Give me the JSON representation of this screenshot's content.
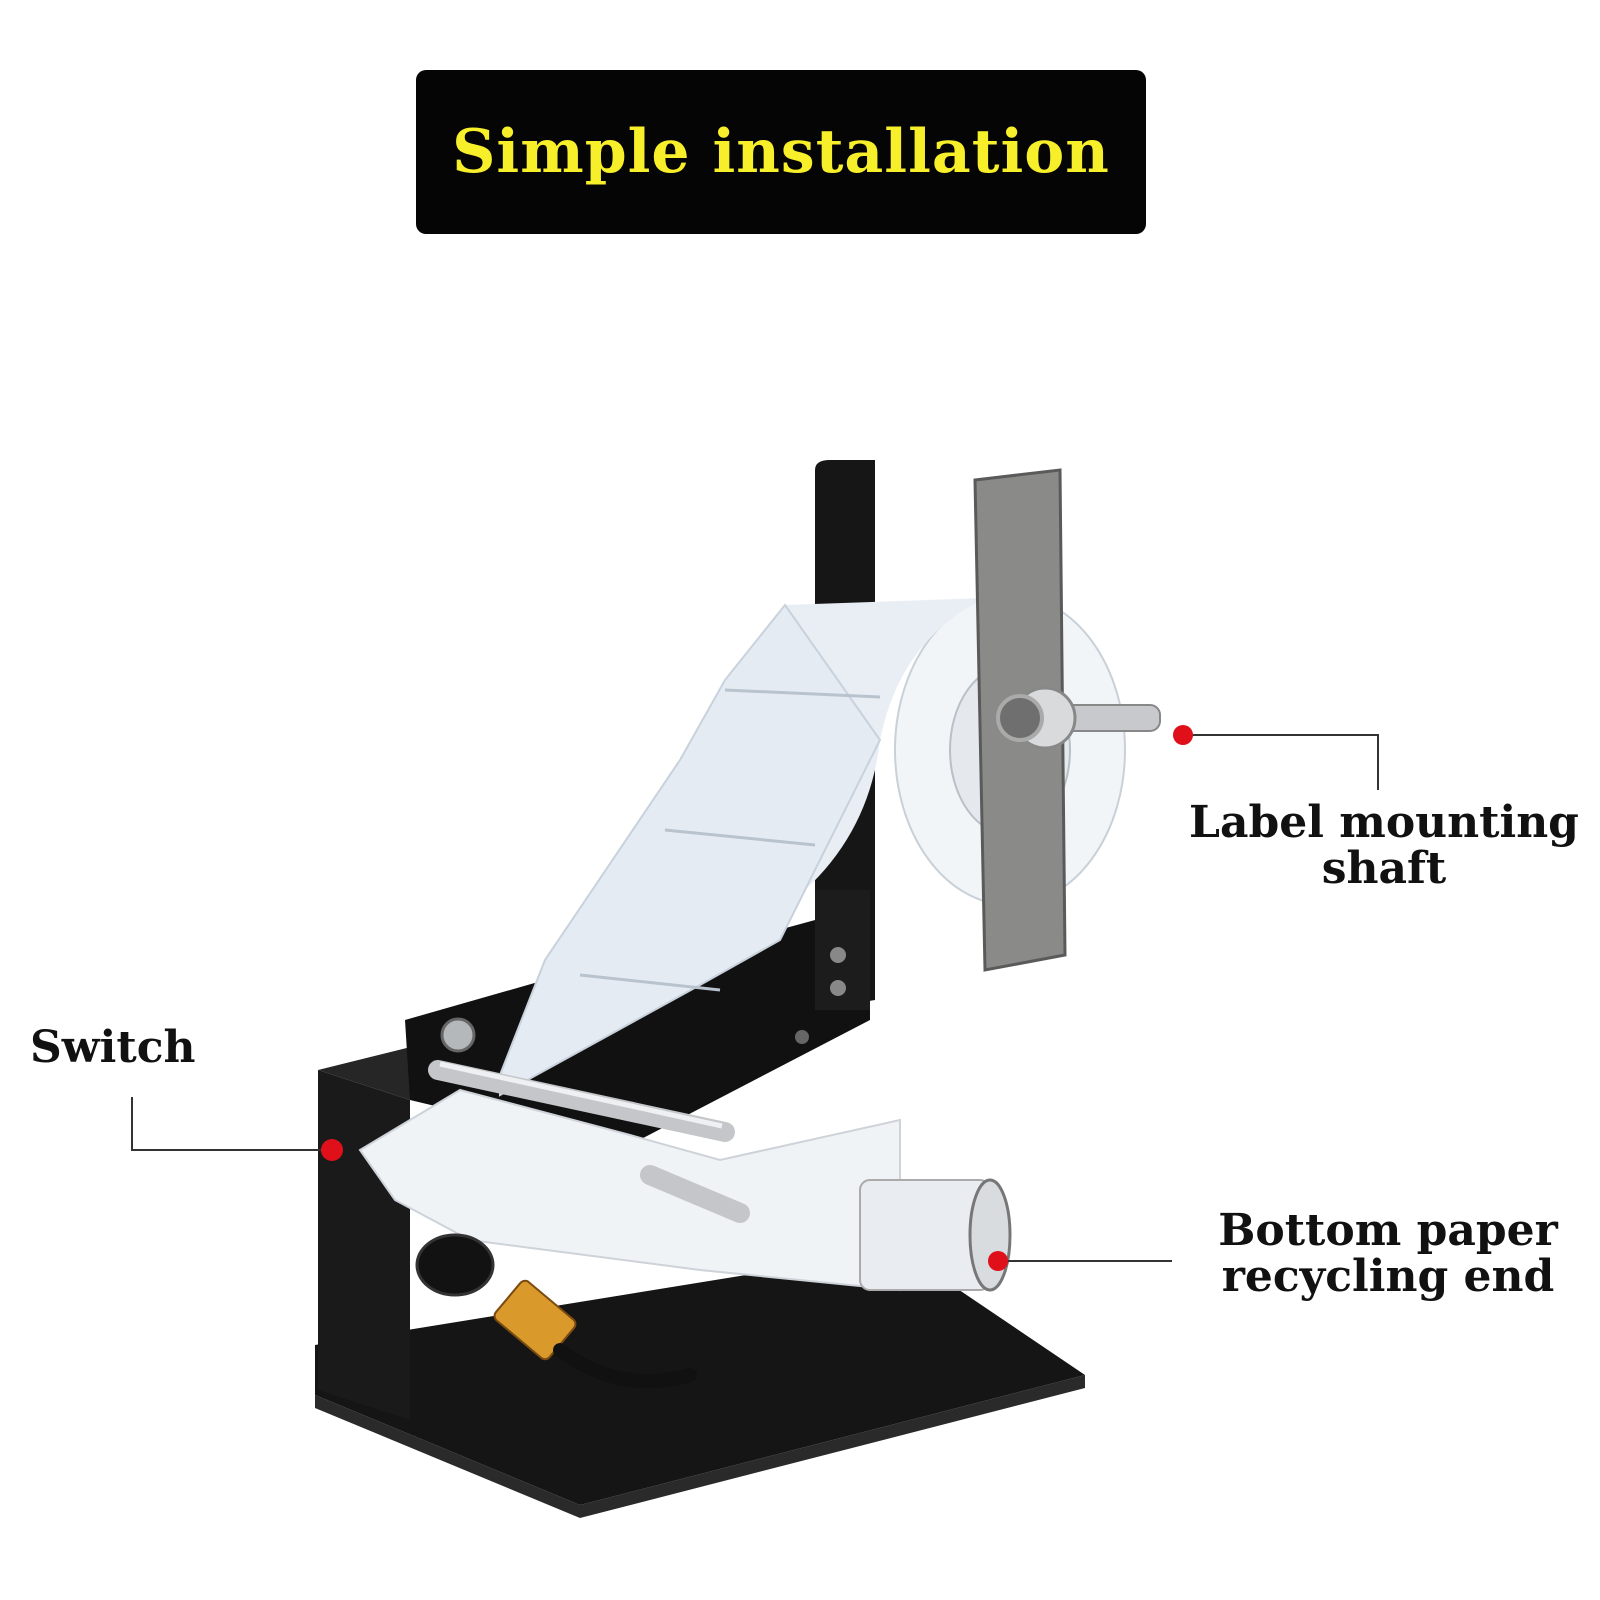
{
  "title": "Simple installation",
  "callouts": {
    "mounting_shaft": {
      "line1": "Label mounting",
      "line2": "shaft"
    },
    "switch": {
      "label": "Switch"
    },
    "recycling_end": {
      "line1": "Bottom paper",
      "line2": "recycling end"
    }
  },
  "colors": {
    "banner_bg": "#050505",
    "title_text": "#f7ef2a",
    "marker": "#e0101a",
    "machine_body": "#141414",
    "label_roll": "#eef3f8"
  },
  "illustration": {
    "subject": "label-dispenser-machine",
    "markers": [
      "label-mounting-shaft-marker",
      "switch-marker",
      "recycling-end-marker"
    ]
  }
}
